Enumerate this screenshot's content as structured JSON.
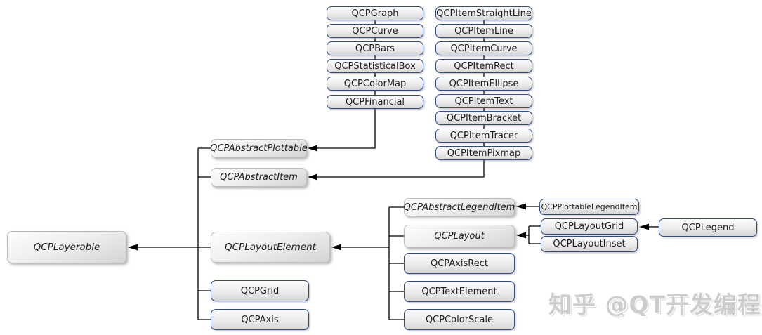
{
  "diagram": {
    "kind": "class-inheritance-diagram",
    "colors": {
      "background": "#ffffff",
      "concrete_border": "#2c4b87",
      "abstract_border": "#bcbcbc",
      "box_fill_top": "#fcfcfc",
      "box_fill_bottom": "#d6d6d6",
      "edge_line": "#000000",
      "text": "#1b1b1b",
      "watermark": "#cdcdcd"
    },
    "nodes": {
      "layerable": {
        "label": "QCPLayerable"
      },
      "abstractPlottable": {
        "label": "QCPAbstractPlottable"
      },
      "abstractItem": {
        "label": "QCPAbstractItem"
      },
      "layoutElement": {
        "label": "QCPLayoutElement"
      },
      "grid": {
        "label": "QCPGrid"
      },
      "axis": {
        "label": "QCPAxis"
      },
      "graph": {
        "label": "QCPGraph"
      },
      "curve": {
        "label": "QCPCurve"
      },
      "bars": {
        "label": "QCPBars"
      },
      "statisticalBox": {
        "label": "QCPStatisticalBox"
      },
      "colorMap": {
        "label": "QCPColorMap"
      },
      "financial": {
        "label": "QCPFinancial"
      },
      "itemStraightLine": {
        "label": "QCPItemStraightLine"
      },
      "itemLine": {
        "label": "QCPItemLine"
      },
      "itemCurve": {
        "label": "QCPItemCurve"
      },
      "itemRect": {
        "label": "QCPItemRect"
      },
      "itemEllipse": {
        "label": "QCPItemEllipse"
      },
      "itemText": {
        "label": "QCPItemText"
      },
      "itemBracket": {
        "label": "QCPItemBracket"
      },
      "itemTracer": {
        "label": "QCPItemTracer"
      },
      "itemPixmap": {
        "label": "QCPItemPixmap"
      },
      "abstractLegendItem": {
        "label": "QCPAbstractLegendItem"
      },
      "layout": {
        "label": "QCPLayout"
      },
      "axisRect": {
        "label": "QCPAxisRect"
      },
      "textElement": {
        "label": "QCPTextElement"
      },
      "colorScale": {
        "label": "QCPColorScale"
      },
      "plottableLegendItem": {
        "label": "QCPPlottableLegendItem"
      },
      "layoutGrid": {
        "label": "QCPLayoutGrid"
      },
      "layoutInset": {
        "label": "QCPLayoutInset"
      },
      "legend": {
        "label": "QCPLegend"
      }
    },
    "edges": [
      "QCPGraph/QCPCurve/QCPBars/QCPStatisticalBox/QCPColorMap/QCPFinancial -> QCPAbstractPlottable",
      "QCPItemStraightLine/QCPItemLine/QCPItemCurve/QCPItemRect/QCPItemEllipse/QCPItemText/QCPItemBracket/QCPItemTracer/QCPItemPixmap -> QCPAbstractItem",
      "QCPAbstractPlottable/QCPAbstractItem/QCPLayoutElement/QCPGrid/QCPAxis -> QCPLayerable",
      "QCPAbstractLegendItem/QCPLayout/QCPAxisRect/QCPTextElement/QCPColorScale -> QCPLayoutElement",
      "QCPPlottableLegendItem -> QCPAbstractLegendItem",
      "QCPLayoutGrid/QCPLayoutInset -> QCPLayout",
      "QCPLegend -> QCPLayoutGrid"
    ],
    "watermark": {
      "text": "知乎 @QT开发编程"
    }
  }
}
